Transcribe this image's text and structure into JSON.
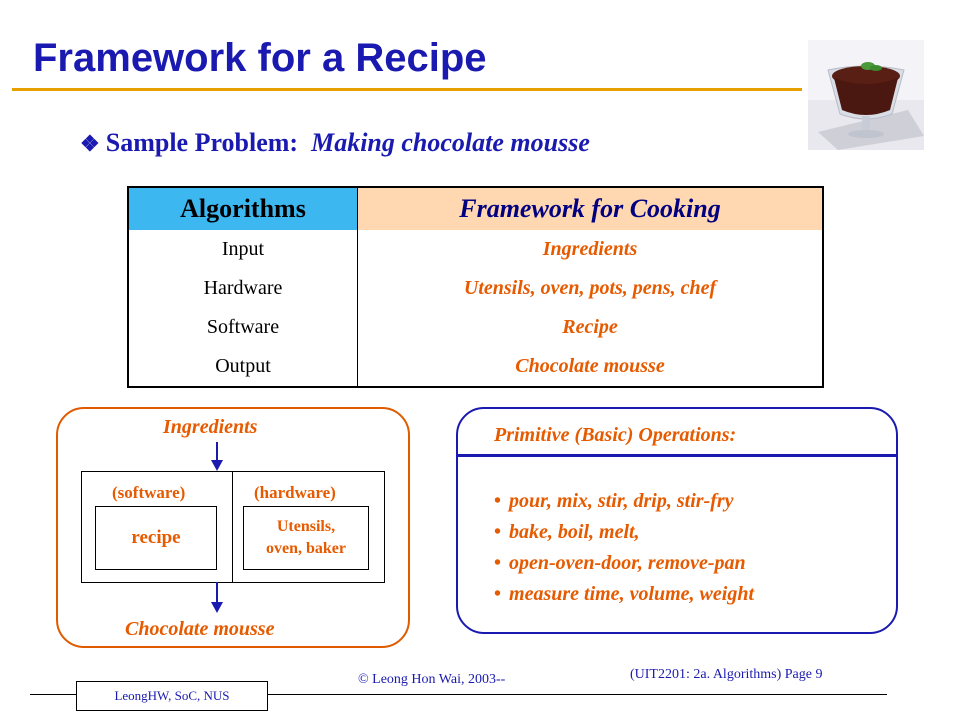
{
  "slide": {
    "title": "Framework for a Recipe",
    "subtitle_prefix": "Sample Problem:",
    "subtitle_em": "Making chocolate mousse"
  },
  "table": {
    "headers": [
      "Algorithms",
      "Framework for Cooking"
    ],
    "rows": [
      [
        "Input",
        "Ingredients"
      ],
      [
        "Hardware",
        "Utensils, oven, pots, pens, chef"
      ],
      [
        "Software",
        "Recipe"
      ],
      [
        "Output",
        "Chocolate mousse"
      ]
    ]
  },
  "diagram": {
    "ingredients": "Ingredients",
    "software_label": "(software)",
    "hardware_label": "(hardware)",
    "recipe": "recipe",
    "utensils_line1": "Utensils,",
    "utensils_line2": "oven, baker",
    "output": "Chocolate mousse"
  },
  "operations": {
    "title": "Primitive (Basic) Operations:",
    "items": [
      "pour, mix, stir, drip, stir-fry",
      "bake, boil, melt,",
      "open-oven-door, remove-pan",
      "measure time, volume, weight"
    ]
  },
  "footer": {
    "author_box": "LeongHW, SoC, NUS",
    "copyright": "© Leong Hon Wai, 2003--",
    "page": "(UIT2201: 2a. Algorithms) Page 9"
  },
  "colors": {
    "title": "#1a1ab0",
    "accent_orange": "#e65a00",
    "header_blue": "#3cb7f0",
    "header_peach": "#ffd7b0",
    "rule": "#e8a000"
  }
}
